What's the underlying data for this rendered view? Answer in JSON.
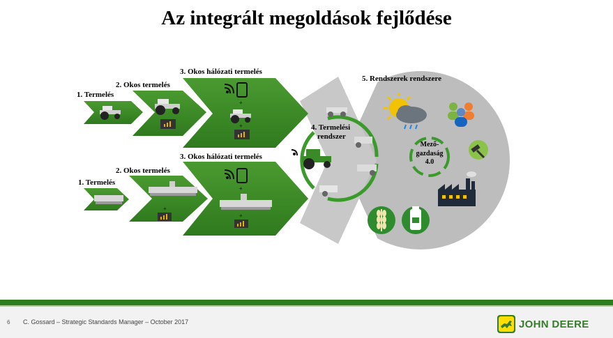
{
  "slide": {
    "title": "Az integrált megoldások fejlődése"
  },
  "row_top": {
    "stage1": "1. Termelés",
    "stage2": "2. Okos termelés",
    "stage3": "3. Okos hálózati termelés"
  },
  "row_bottom": {
    "stage1": "1. Termelés",
    "stage2": "2. Okos termelés",
    "stage3": "3. Okos hálózati termelés"
  },
  "stage4": {
    "line1": "4. Termelési",
    "line2": "rendszer"
  },
  "stage5": {
    "title": "5. Rendszerek rendszere",
    "center_line1": "Mező-",
    "center_line2": "gazdaság",
    "center_line3": "4.0"
  },
  "footer": {
    "page_number": "6",
    "text": "C. Gossard – Strategic Standards Manager – October 2017",
    "brand": "JOHN DEERE"
  },
  "colors": {
    "green": "#3a8a27",
    "dark_green": "#2e7d1f",
    "gray": "#bdbdbd",
    "light_gray": "#d9d9d9",
    "brand_yellow": "#ffde00",
    "brand_green": "#367c2b"
  }
}
